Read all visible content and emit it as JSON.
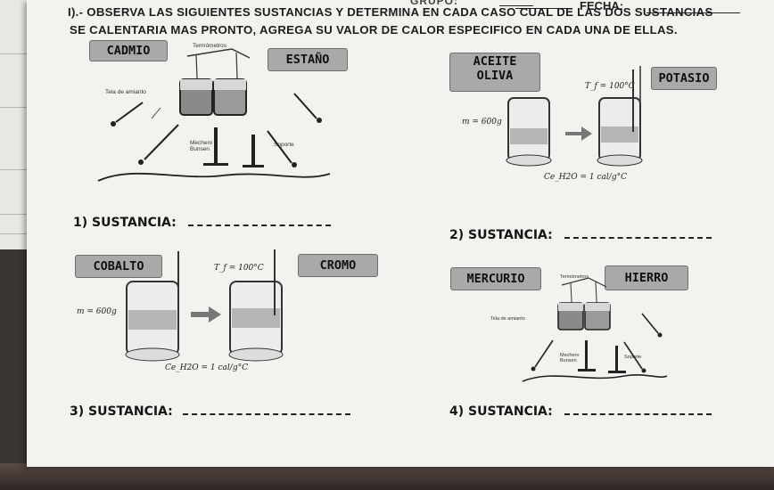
{
  "header": {
    "grupo_label": "GRUPO:",
    "grupo_value": "",
    "fecha_label": "FECHA:"
  },
  "instructions": {
    "line1": "I).- OBSERVA LAS SIGUIENTES SUSTANCIAS Y DETERMINA EN CADA CASO CUAL DE LAS DOS SUSTANCIAS",
    "line2": "SE CALENTARIA MAS PRONTO, AGREGA SU VALOR DE CALOR ESPECIFICO EN CADA UNA DE ELLAS."
  },
  "substances": {
    "s1a": "CADMIO",
    "s1b": "ESTAÑO",
    "s2a": "ACEITE\nOLIVA",
    "s2b": "POTASIO",
    "s3a": "COBALTO",
    "s3b": "CROMO",
    "s4a": "MERCURIO",
    "s4b": "HIERRO"
  },
  "questions": {
    "q1": "1) SUSTANCIA:",
    "q2": "2) SUSTANCIA:",
    "q3": "3) SUSTANCIA:",
    "q4": "4) SUSTANCIA:"
  },
  "apparatus_labels": {
    "termometros": "Termómetros",
    "tela_amianto": "Tela de amianto",
    "mechero": "Mechero\nBunsen",
    "soporte": "Soporte"
  },
  "beaker_labels": {
    "tf": "T_f = 100°C",
    "m": "m = 600g",
    "ce": "Ce_H2O = 1 cal/g°C"
  }
}
